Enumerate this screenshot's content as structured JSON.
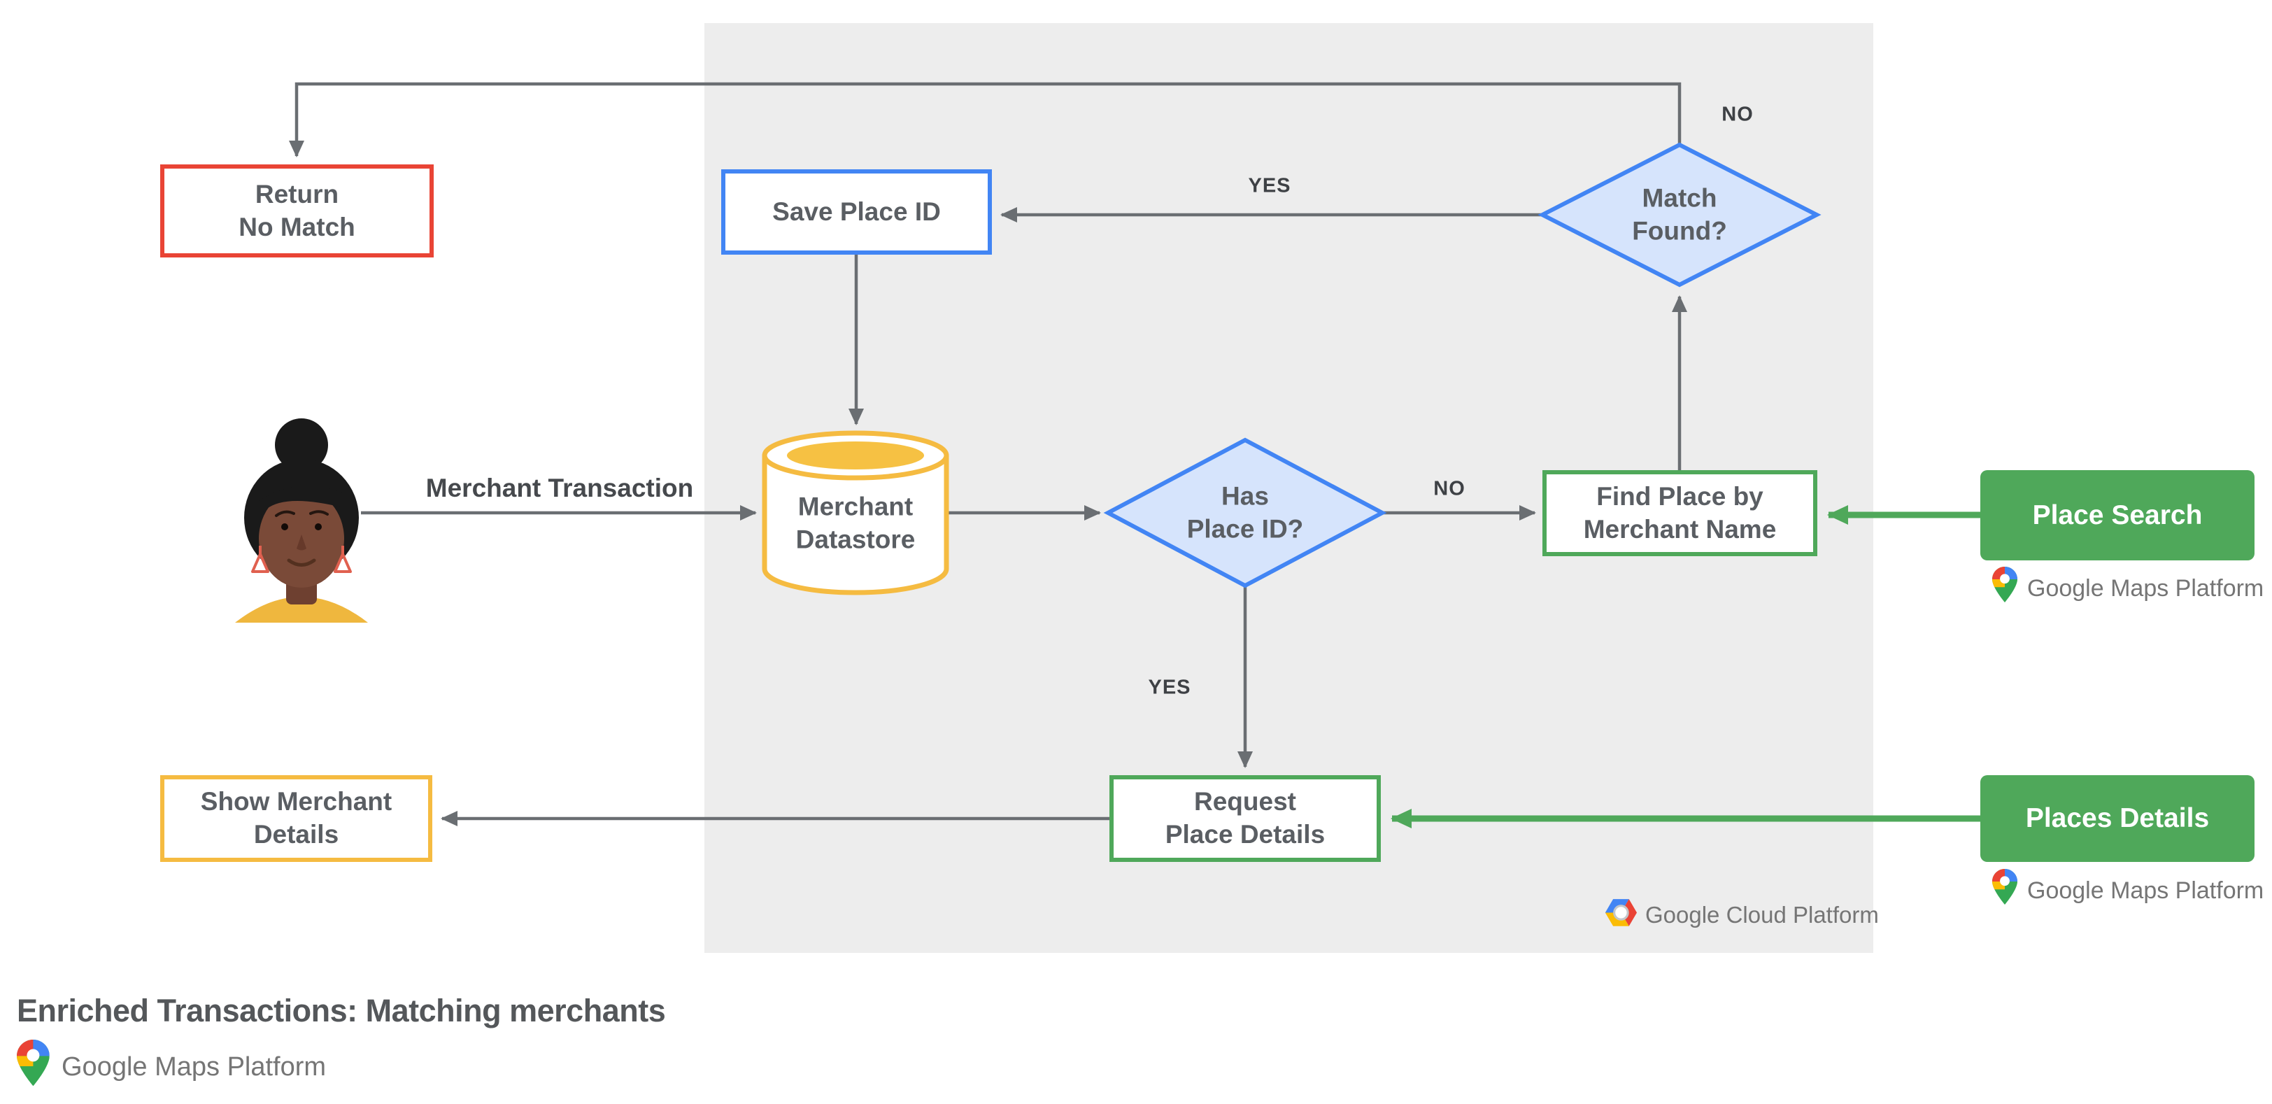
{
  "page": {
    "title": "Enriched Transactions: Matching merchants"
  },
  "nodes": {
    "return_no_match": {
      "label": "Return\nNo Match"
    },
    "save_place_id": {
      "label": "Save Place ID"
    },
    "match_found": {
      "label": "Match\nFound?"
    },
    "merchant_datastore": {
      "label": "Merchant\nDatastore"
    },
    "has_place_id": {
      "label": "Has\nPlace ID?"
    },
    "find_place_by_merchant_name": {
      "label": "Find Place by\nMerchant Name"
    },
    "place_search": {
      "label": "Place Search"
    },
    "request_place_details": {
      "label": "Request\nPlace Details"
    },
    "places_details": {
      "label": "Places Details"
    },
    "show_merchant_details": {
      "label": "Show Merchant\nDetails"
    }
  },
  "edge_labels": {
    "match_found_no": "NO",
    "match_found_yes": "YES",
    "has_place_id_no": "NO",
    "has_place_id_yes": "YES",
    "merchant_transaction": "Merchant Transaction"
  },
  "branding": {
    "google_cloud_platform": "Google Cloud Platform",
    "google_maps_platform": "Google Maps Platform"
  },
  "colors": {
    "red_border": "#E94435",
    "blue_border": "#4285F4",
    "diamond_fill": "#D6E4FC",
    "green": "#4FA85A",
    "yellow_border": "#F5BB41",
    "cylinder_gold": "#F6C143",
    "gray_line": "#6A6E72",
    "box_text": "#5A5E63",
    "panel_bg": "#EDEDED",
    "logo_text": "#757575"
  }
}
